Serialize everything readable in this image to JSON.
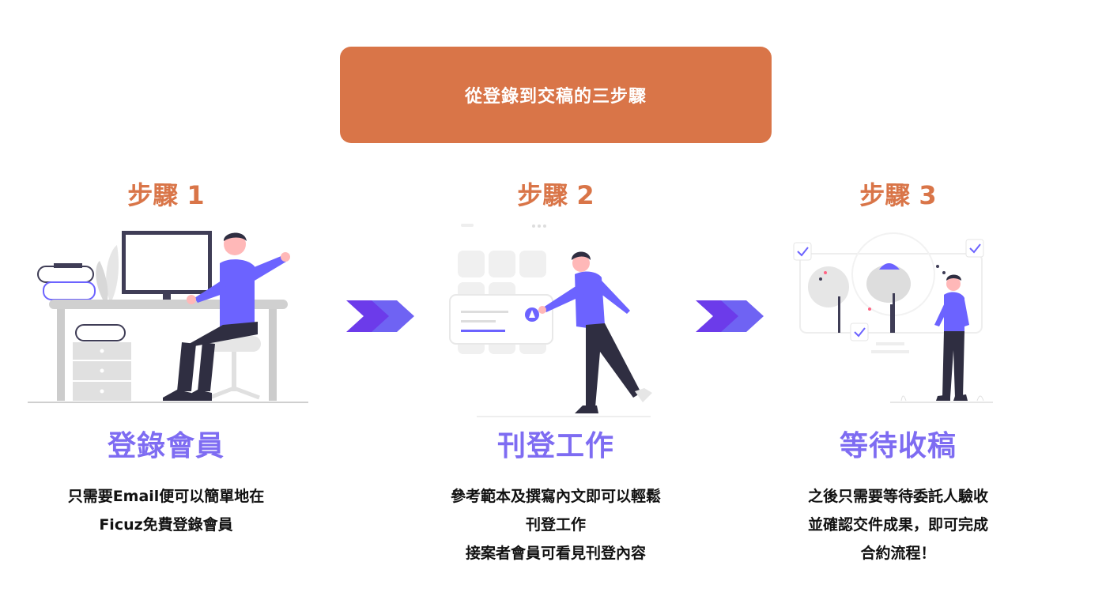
{
  "banner": {
    "title": "從登錄到交稿的三步驟"
  },
  "steps": [
    {
      "label": "步驟 1",
      "title": "登錄會員",
      "desc": [
        "只需要Email便可以簡單地在",
        "Ficuz免費登錄會員"
      ]
    },
    {
      "label": "步驟 2",
      "title": "刊登工作",
      "desc": [
        "參考範本及撰寫內文即可以輕鬆",
        "刊登工作",
        "接案者會員可看見刊登內容"
      ]
    },
    {
      "label": "步驟 3",
      "title": "等待收稿",
      "desc": [
        "之後只需要等待委託人驗收",
        "並確認交件成果，即可完成",
        "合約流程！"
      ]
    }
  ],
  "colors": {
    "accent_orange": "#d97548",
    "accent_purple": "#7e6cf2",
    "chevron_purple": "#6c3bea",
    "chevron_blue": "#6f63f3"
  },
  "icons": [
    "chevron-arrow-icon",
    "chevron-arrow-icon"
  ]
}
